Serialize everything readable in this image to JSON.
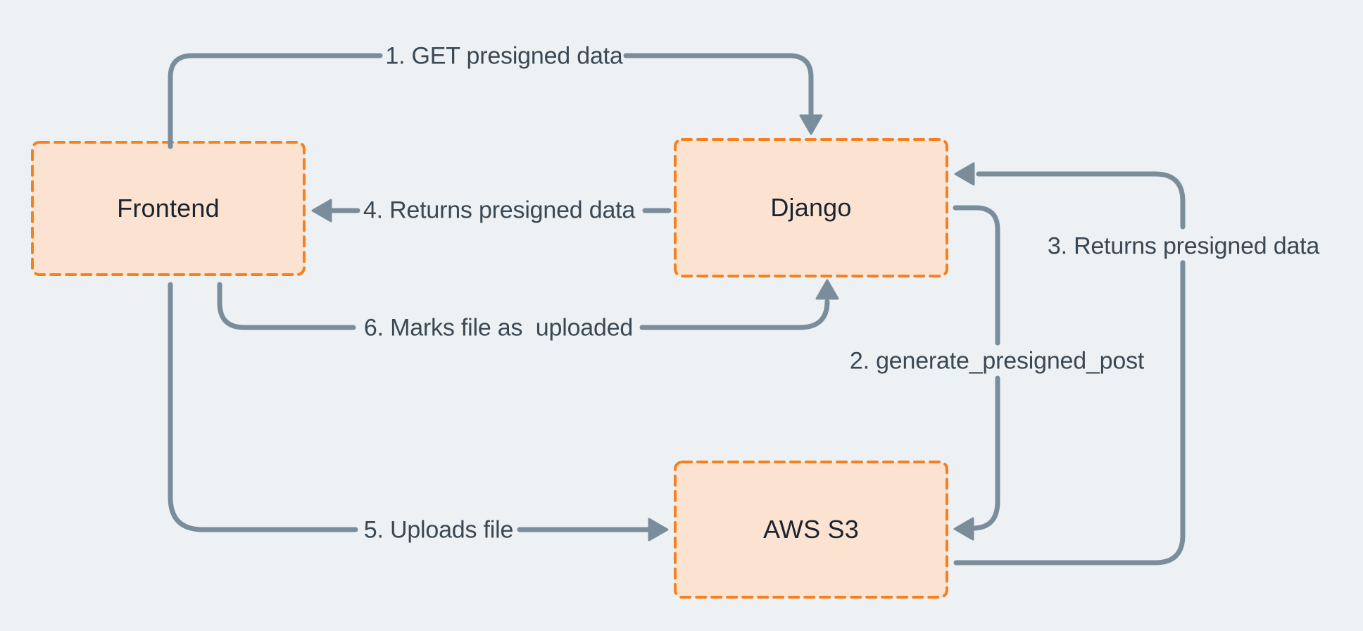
{
  "theme": {
    "background": "#edf1f4",
    "box_fill": "#fce3d1",
    "box_border": "#f4801f",
    "arrow": "#7a8d9b",
    "arrow_label_text": "#3a4854",
    "box_label_text": "#1a2430"
  },
  "boxes": {
    "frontend": {
      "label": "Frontend"
    },
    "django": {
      "label": "Django"
    },
    "aws_s3": {
      "label": "AWS S3"
    }
  },
  "arrows": {
    "a1": {
      "label": "1. GET presigned data",
      "from": "Frontend",
      "to": "Django"
    },
    "a2": {
      "label": "2. generate_presigned_post",
      "from": "Django",
      "to": "AWS S3"
    },
    "a3": {
      "label": "3. Returns presigned data",
      "from": "AWS S3",
      "to": "Django"
    },
    "a4": {
      "label": "4. Returns presigned data",
      "from": "Django",
      "to": "Frontend"
    },
    "a5": {
      "label": "5. Uploads file",
      "from": "Frontend",
      "to": "AWS S3"
    },
    "a6": {
      "label": "6. Marks file as  uploaded",
      "from": "Frontend",
      "to": "Django"
    }
  }
}
